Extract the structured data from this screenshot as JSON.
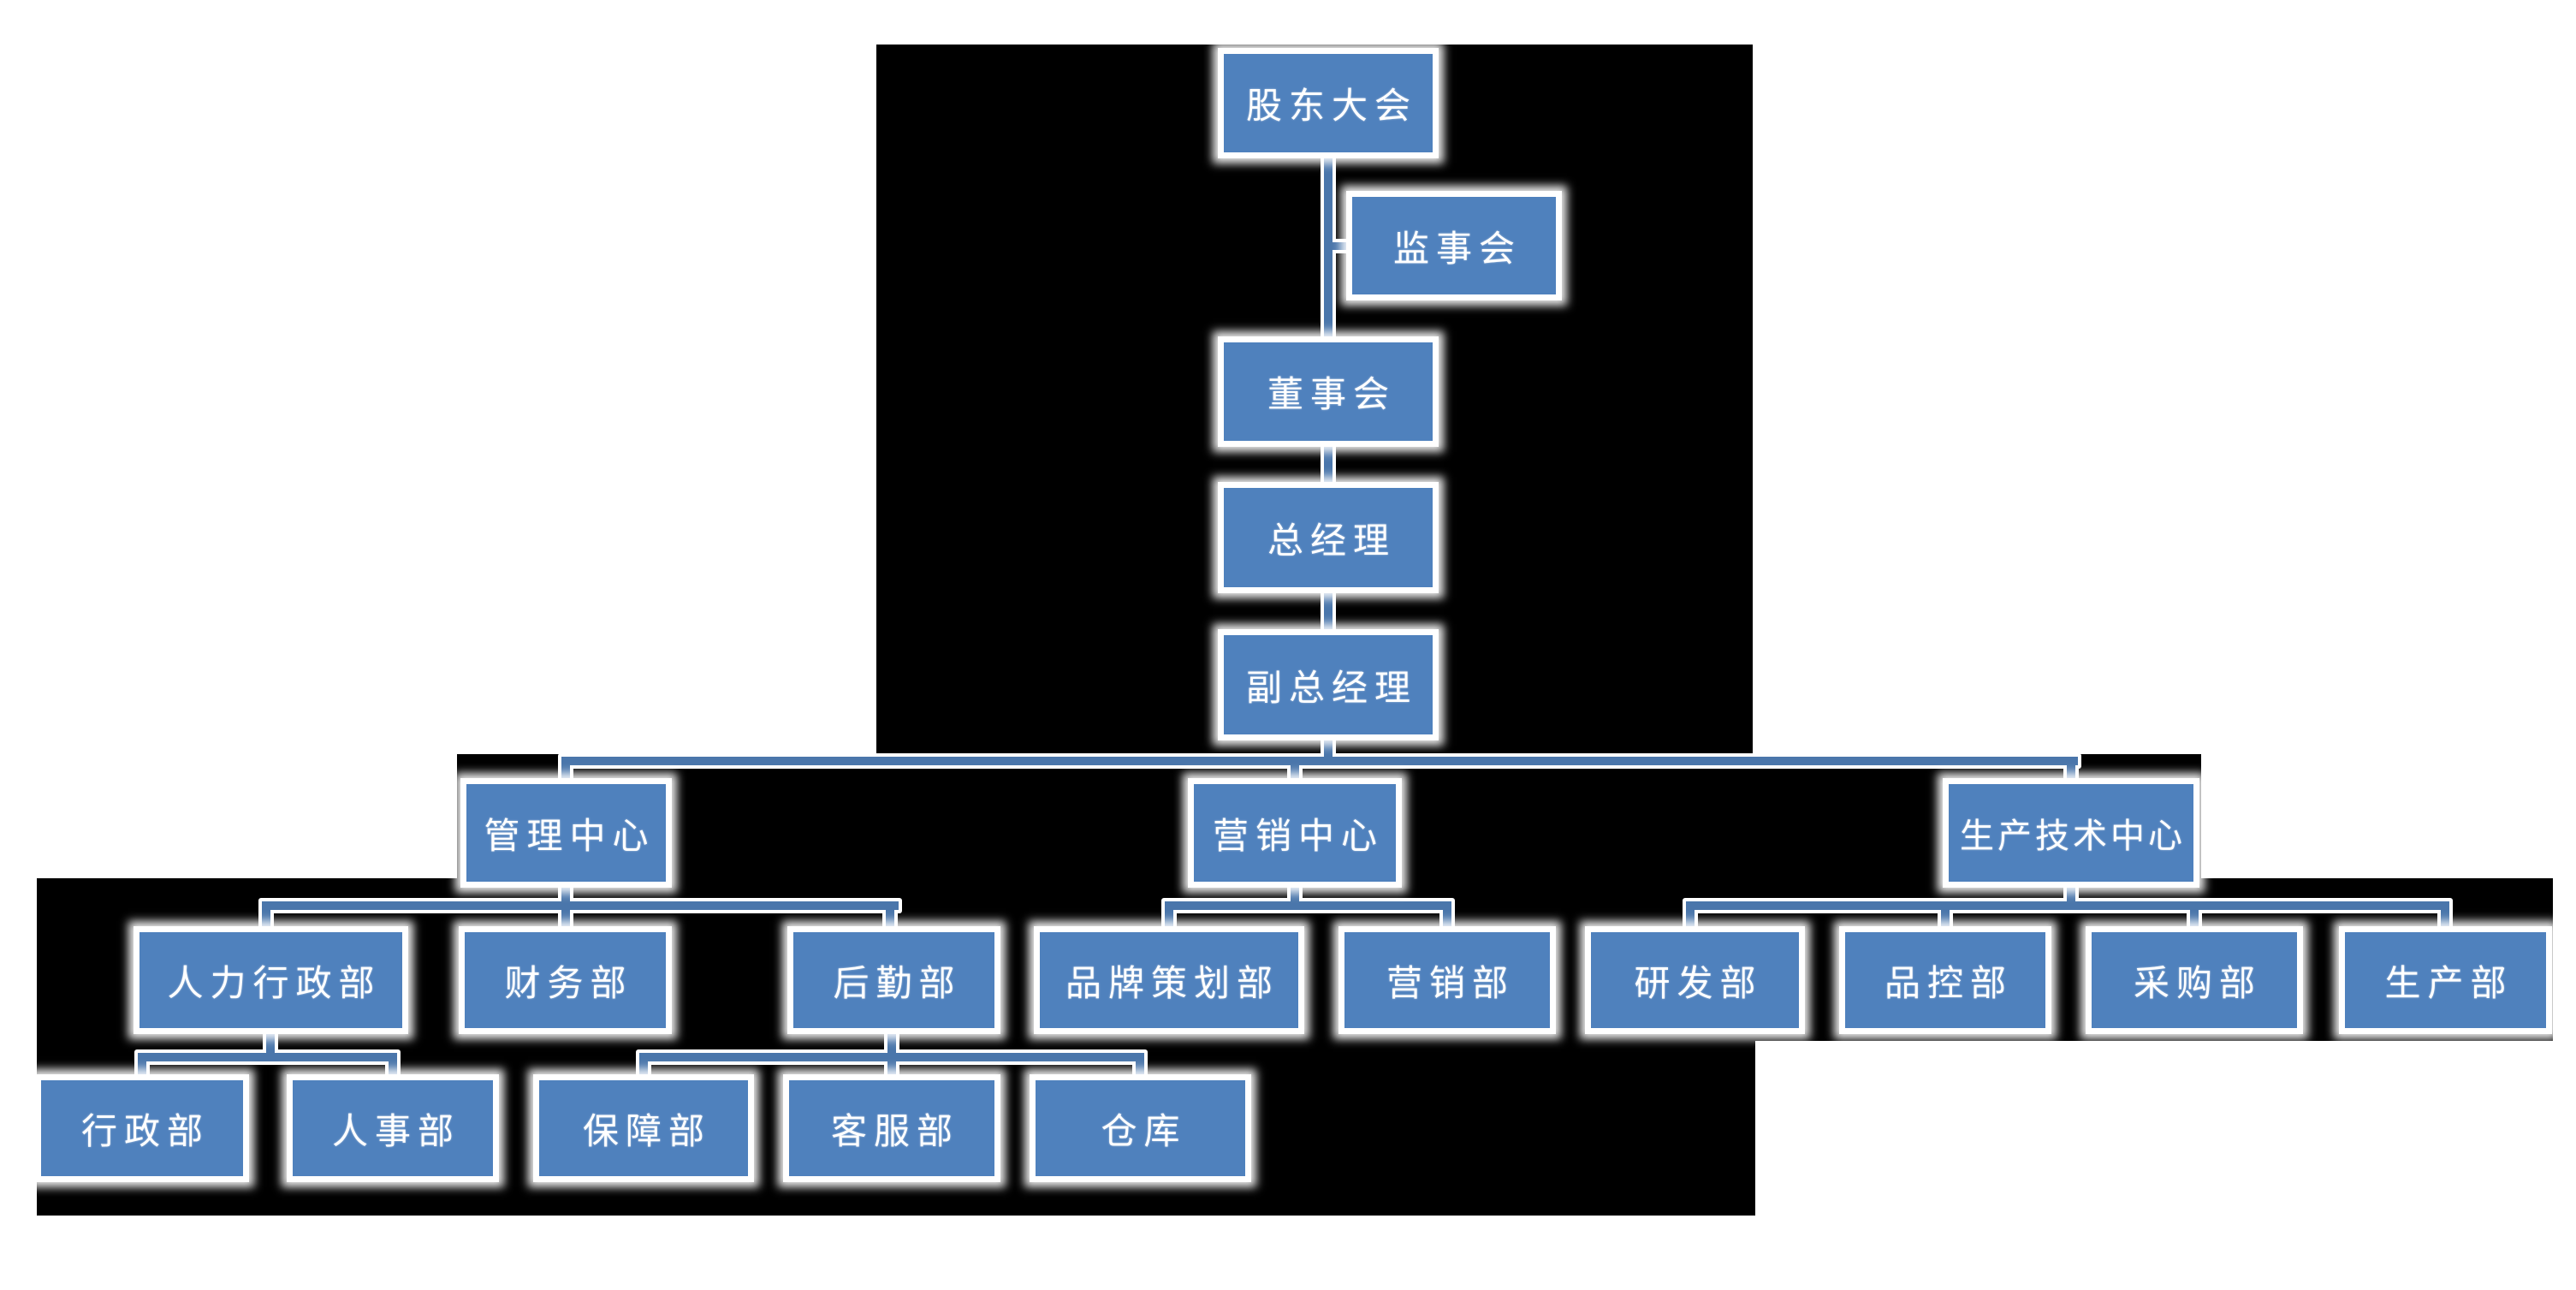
{
  "org_chart": {
    "nodes": [
      {
        "id": "shareholders-meeting",
        "label": "股东大会"
      },
      {
        "id": "supervisory-board",
        "label": "监事会"
      },
      {
        "id": "board-of-directors",
        "label": "董事会"
      },
      {
        "id": "general-manager",
        "label": "总经理"
      },
      {
        "id": "deputy-general-manager",
        "label": "副总经理"
      },
      {
        "id": "management-center",
        "label": "管理中心"
      },
      {
        "id": "marketing-center",
        "label": "营销中心"
      },
      {
        "id": "production-tech-center",
        "label": "生产技术中心"
      },
      {
        "id": "hr-admin-dept",
        "label": "人力行政部"
      },
      {
        "id": "finance-dept",
        "label": "财务部"
      },
      {
        "id": "logistics-dept",
        "label": "后勤部"
      },
      {
        "id": "brand-planning-dept",
        "label": "品牌策划部"
      },
      {
        "id": "marketing-dept",
        "label": "营销部"
      },
      {
        "id": "rnd-dept",
        "label": "研发部"
      },
      {
        "id": "quality-control-dept",
        "label": "品控部"
      },
      {
        "id": "purchasing-dept",
        "label": "采购部"
      },
      {
        "id": "production-dept",
        "label": "生产部"
      },
      {
        "id": "administration-dept",
        "label": "行政部"
      },
      {
        "id": "personnel-dept",
        "label": "人事部"
      },
      {
        "id": "support-dept",
        "label": "保障部"
      },
      {
        "id": "customer-service-dept",
        "label": "客服部"
      },
      {
        "id": "warehouse",
        "label": "仓库"
      }
    ],
    "edges": [
      {
        "from": "shareholders-meeting",
        "to": "supervisory-board"
      },
      {
        "from": "shareholders-meeting",
        "to": "board-of-directors"
      },
      {
        "from": "board-of-directors",
        "to": "general-manager"
      },
      {
        "from": "general-manager",
        "to": "deputy-general-manager"
      },
      {
        "from": "deputy-general-manager",
        "to": "management-center"
      },
      {
        "from": "deputy-general-manager",
        "to": "marketing-center"
      },
      {
        "from": "deputy-general-manager",
        "to": "production-tech-center"
      },
      {
        "from": "management-center",
        "to": "hr-admin-dept"
      },
      {
        "from": "management-center",
        "to": "finance-dept"
      },
      {
        "from": "management-center",
        "to": "logistics-dept"
      },
      {
        "from": "hr-admin-dept",
        "to": "administration-dept"
      },
      {
        "from": "hr-admin-dept",
        "to": "personnel-dept"
      },
      {
        "from": "logistics-dept",
        "to": "support-dept"
      },
      {
        "from": "logistics-dept",
        "to": "customer-service-dept"
      },
      {
        "from": "logistics-dept",
        "to": "warehouse"
      },
      {
        "from": "marketing-center",
        "to": "brand-planning-dept"
      },
      {
        "from": "marketing-center",
        "to": "marketing-dept"
      },
      {
        "from": "production-tech-center",
        "to": "rnd-dept"
      },
      {
        "from": "production-tech-center",
        "to": "quality-control-dept"
      },
      {
        "from": "production-tech-center",
        "to": "purchasing-dept"
      },
      {
        "from": "production-tech-center",
        "to": "production-dept"
      }
    ],
    "colors": {
      "node_fill": "#4f81bd",
      "node_border": "#ffffff",
      "connector": "#4a76ab",
      "backdrop": "#000000",
      "text": "#ffffff",
      "page_background": "#ffffff"
    }
  }
}
